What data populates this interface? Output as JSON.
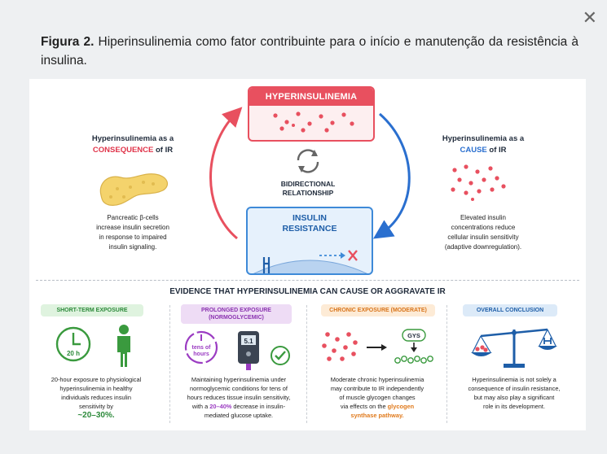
{
  "caption": {
    "label": "Figura 2.",
    "text": " Hiperinsulinemia como fator contribuinte para o início e manutenção da resistência à insulina."
  },
  "close_glyph": "✕",
  "top": {
    "hyper_title": "HYPERINSULINEMIA",
    "ir_title_line1": "INSULIN",
    "ir_title_line2": "RESISTANCE",
    "bidirectional_line1": "BIDIRECTIONAL",
    "bidirectional_line2": "RELATIONSHIP",
    "left": {
      "title_line1": "Hyperinsulinemia as a",
      "title_highlight": "CONSEQUENCE",
      "title_suffix": " of IR",
      "desc": [
        "Pancreatic β-cells",
        "increase insulin secretion",
        "in response to impaired",
        "insulin signaling."
      ]
    },
    "right": {
      "title_line1": "Hyperinsulinemia as a",
      "title_highlight": "CAUSE",
      "title_suffix": " of IR",
      "desc": [
        "Elevated insulin",
        "concentrations reduce",
        "cellular insulin sensitivity",
        "(adaptive downregulation)."
      ]
    }
  },
  "evidence": {
    "title": "EVIDENCE THAT HYPERINSULINEMIA CAN CAUSE OR AGGRAVATE IR",
    "columns": [
      {
        "pill": "SHORT-TERM EXPOSURE",
        "clock_label": "20 h",
        "lines": [
          "20-hour exposure to physiological",
          "hyperinsulinemia in healthy",
          "individuals reduces insulin",
          "sensitivity by"
        ],
        "highlight": "~20–30%."
      },
      {
        "pill_line1": "PROLONGED EXPOSURE",
        "pill_line2": "(NORMOGLYCEMIC)",
        "clock_line1": "tens of",
        "clock_line2": "hours",
        "meter": "5.1",
        "lines": [
          "Maintaining hyperinsulinemia under",
          "normoglycemic conditions for tens of",
          "hours reduces tissue insulin sensitivity,"
        ],
        "line4_pre": "with a ",
        "highlight": "20–40%",
        "line4_post": " decrease in insulin-",
        "line5": "mediated glucose uptake."
      },
      {
        "pill": "CHRONIC EXPOSURE (MODERATE)",
        "enzyme": "GYS",
        "lines": [
          "Moderate chronic hyperinsulinemia",
          "may contribute to IR independently",
          "of muscle glycogen changes"
        ],
        "line4_pre": "via effects on the ",
        "highlight1": "glycogen",
        "highlight2": "synthase pathway."
      },
      {
        "pill": "OVERALL CONCLUSION",
        "lines": [
          "Hyperinsulinemia is not solely a",
          "consequence of insulin resistance,",
          "but may also play a significant",
          "role in its development."
        ]
      }
    ]
  },
  "colors": {
    "red": "#e8505f",
    "blue": "#3e8ad8",
    "green": "#2c8a3a",
    "purple": "#9b3cc2",
    "orange": "#e07a1c"
  }
}
